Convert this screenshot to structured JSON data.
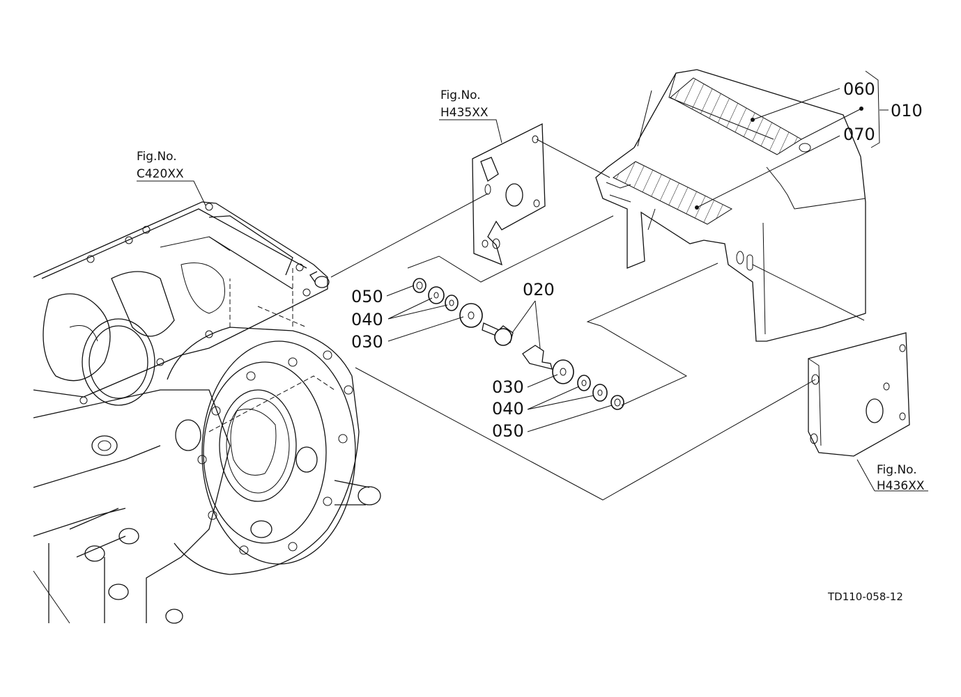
{
  "figure_refs": [
    {
      "id": "c420",
      "prefix": "Fig.No.",
      "code": "C420XX"
    },
    {
      "id": "h435",
      "prefix": "Fig.No.",
      "code": "H435XX"
    },
    {
      "id": "h436",
      "prefix": "Fig.No.",
      "code": "H436XX"
    }
  ],
  "part_labels": {
    "p010": "010",
    "p020": "020",
    "p030_upper": "030",
    "p030_lower": "030",
    "p040_upper": "040",
    "p040_lower": "040",
    "p050_upper": "050",
    "p050_lower": "050",
    "p060": "060",
    "p070": "070"
  },
  "drawing_code": "TD110-058-12",
  "colors": {
    "ink": "#111111",
    "paper": "#ffffff"
  }
}
